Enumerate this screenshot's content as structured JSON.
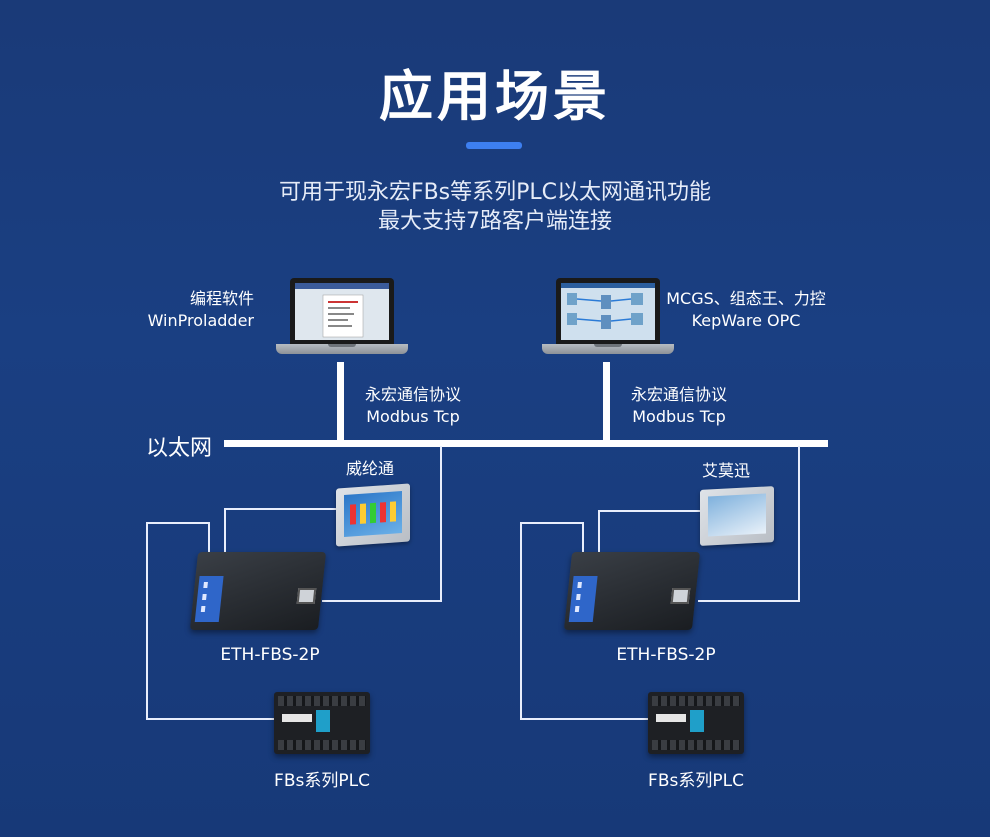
{
  "title": "应用场景",
  "subtitle_line1": "可用于现永宏FBs等系列PLC以太网通讯功能",
  "subtitle_line2": "最大支持7路客户端连接",
  "left_pc": {
    "label_line1": "编程软件",
    "label_line2": "WinProladder"
  },
  "right_pc": {
    "label_line1": "MCGS、组态王、力控",
    "label_line2": "KepWare OPC"
  },
  "left_protocol": {
    "line1": "永宏通信协议",
    "line2": "Modbus Tcp"
  },
  "right_protocol": {
    "line1": "永宏通信协议",
    "line2": "Modbus Tcp"
  },
  "ethernet_label": "以太网",
  "left_hmi_label": "威纶通",
  "right_hmi_label": "艾莫迅",
  "left_module_label": "ETH-FBS-2P",
  "right_module_label": "ETH-FBS-2P",
  "left_plc_label": "FBs系列PLC",
  "right_plc_label": "FBs系列PLC",
  "colors": {
    "accent": "#3d7ff0",
    "background": "#1a3a78",
    "line": "#ffffff"
  }
}
